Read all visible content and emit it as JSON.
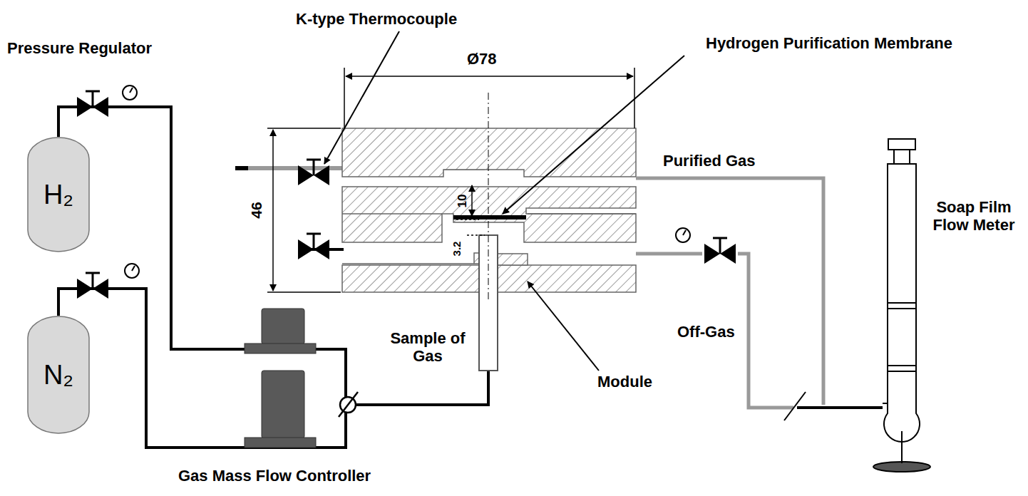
{
  "diagram": {
    "nodes": [
      {
        "text": [
          "H₂"
        ]
      },
      {
        "text": [
          "N₂"
        ]
      }
    ],
    "labels": [
      "Pressure Regulator",
      "K-type Thermocouple",
      "Hydrogen Purification Membrane",
      "Ø78",
      "46",
      "10",
      "3.2",
      "Purified Gas",
      "Soap Film Flow Meter",
      "Off-Gas",
      "Sample of Gas",
      "Module",
      "Gas Mass Flow Controller"
    ]
  }
}
